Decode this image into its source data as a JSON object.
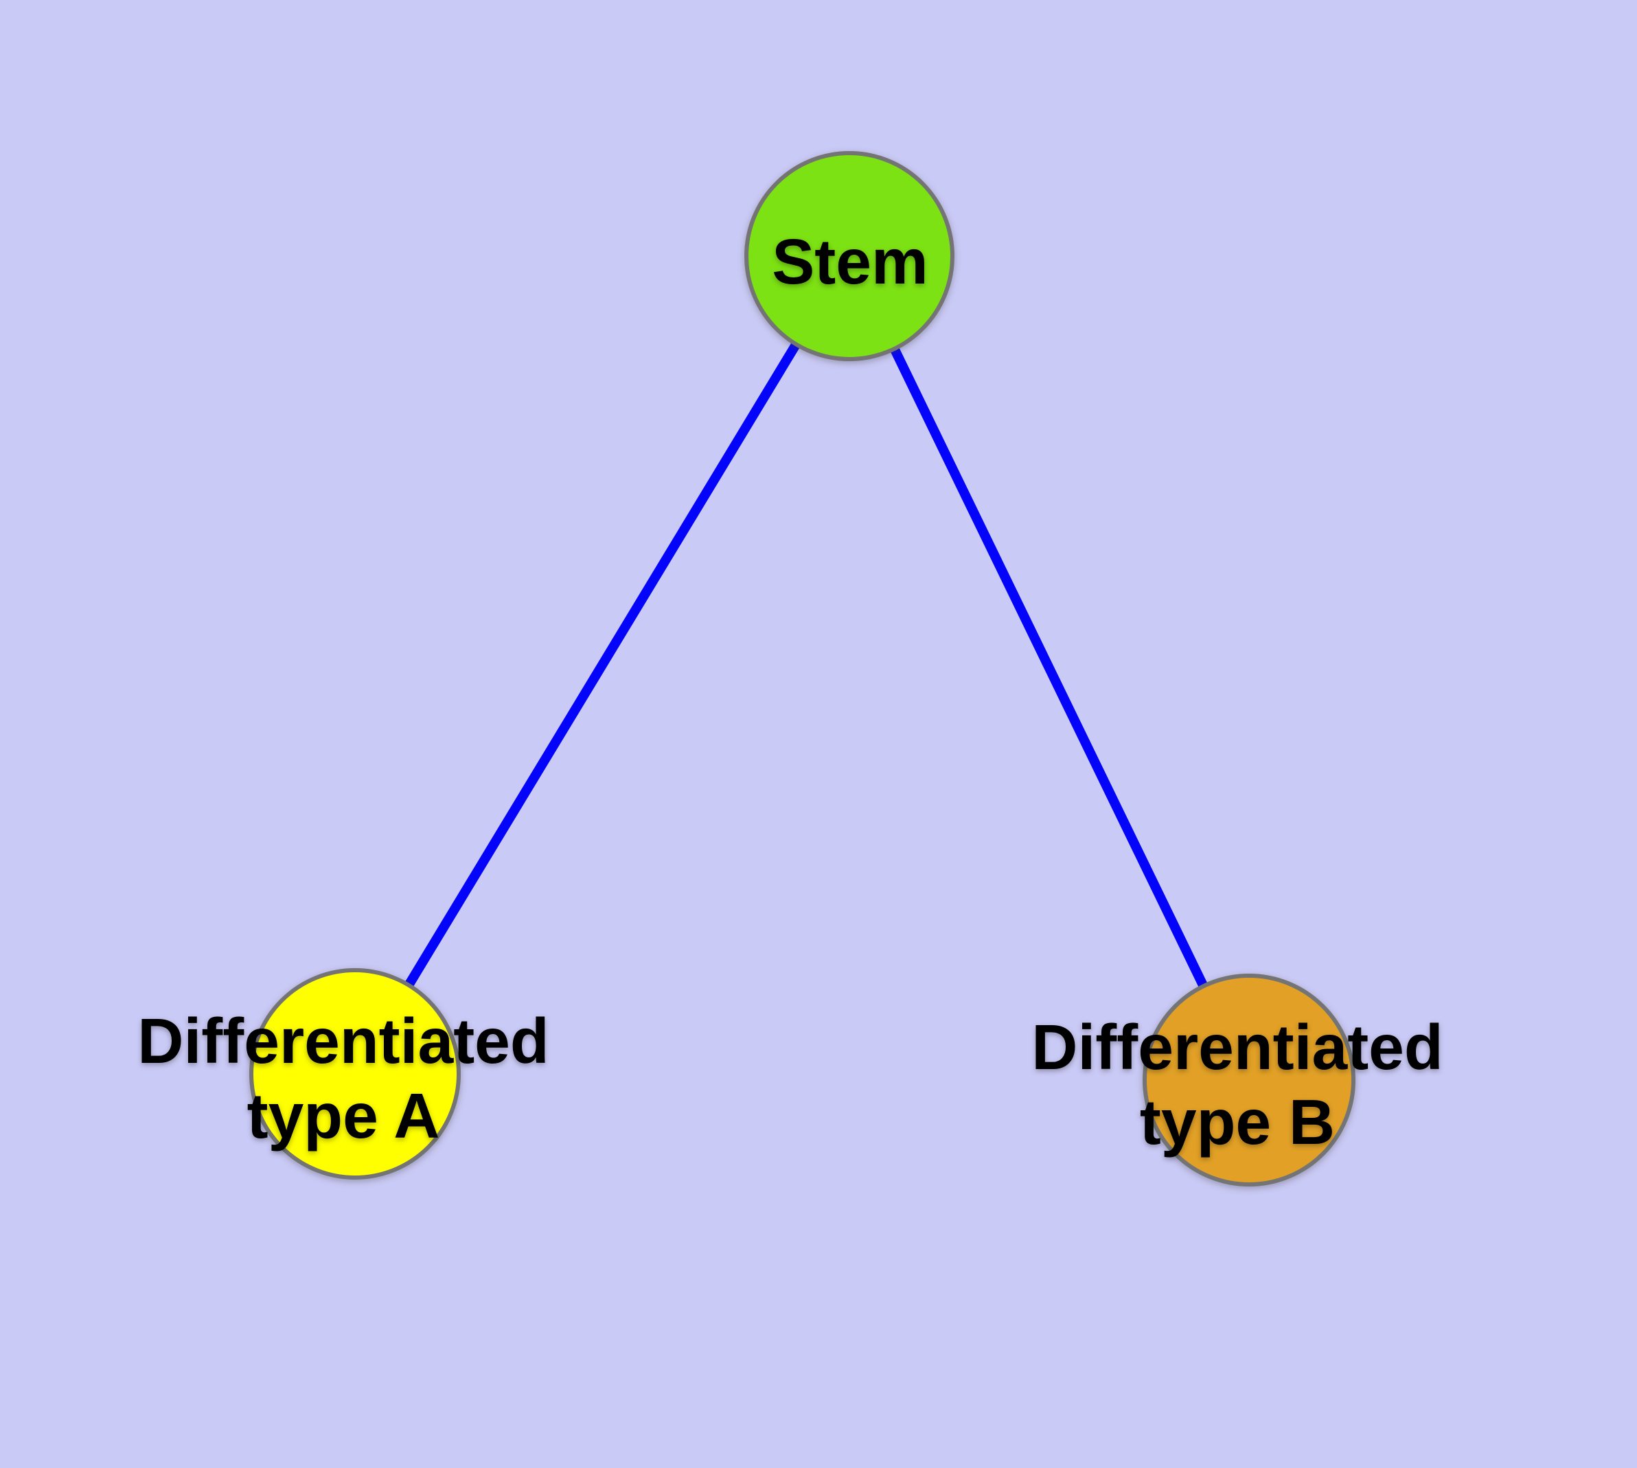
{
  "diagram": {
    "type": "node-link-graph",
    "description": "Stem cell differentiation diagram: one stem node branching to two differentiated cell type nodes",
    "colors": {
      "background": "#cacaf6",
      "edge": "#0404fa",
      "node_border": "#747474",
      "text": "#000000"
    },
    "nodes": [
      {
        "id": "stem",
        "label": "Stem",
        "fill": "#7de214"
      },
      {
        "id": "differentiated-type-a",
        "label_line1": "Differentiated",
        "label_line2": "type A",
        "fill": "#ffff00"
      },
      {
        "id": "differentiated-type-b",
        "label_line1": "Differentiated",
        "label_line2": "type B",
        "fill": "#e2a126"
      }
    ],
    "edges": [
      {
        "from": "Stem",
        "to": "Differentiated type A"
      },
      {
        "from": "Stem",
        "to": "Differentiated type B"
      }
    ]
  }
}
